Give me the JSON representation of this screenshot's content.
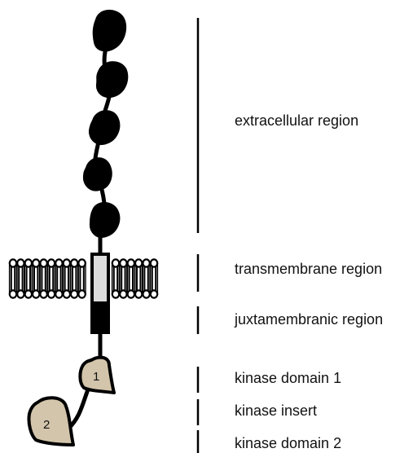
{
  "regions": [
    {
      "key": "extracellular",
      "label": "extracellular region"
    },
    {
      "key": "transmembrane",
      "label": "transmembrane region"
    },
    {
      "key": "juxtamembrane",
      "label": "juxtamembranic region"
    },
    {
      "key": "kinase1",
      "label": "kinase domain 1"
    },
    {
      "key": "insert",
      "label": "kinase insert"
    },
    {
      "key": "kinase2",
      "label": "kinase domain 2"
    }
  ],
  "kinase_domains": [
    {
      "number": "1"
    },
    {
      "number": "2"
    }
  ],
  "colors": {
    "ink": "#000000",
    "kinase_fill": "#d3c5ab",
    "transmembrane_fill": "#dcdcdc"
  },
  "counts": {
    "ig_like_domains": 5
  }
}
